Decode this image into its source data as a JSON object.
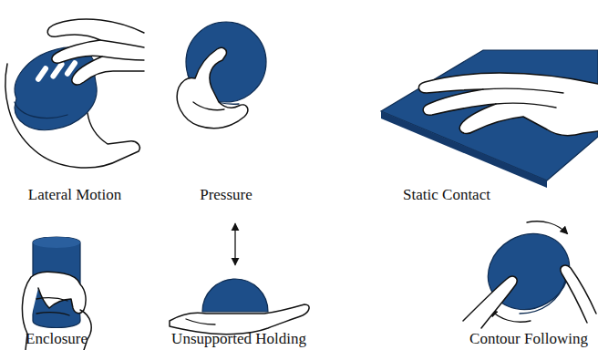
{
  "diagram": {
    "labels": [
      "Lateral Motion",
      "Pressure",
      "Static Contact",
      "Enclosure",
      "Unsupported Holding",
      "Contour Following"
    ]
  }
}
